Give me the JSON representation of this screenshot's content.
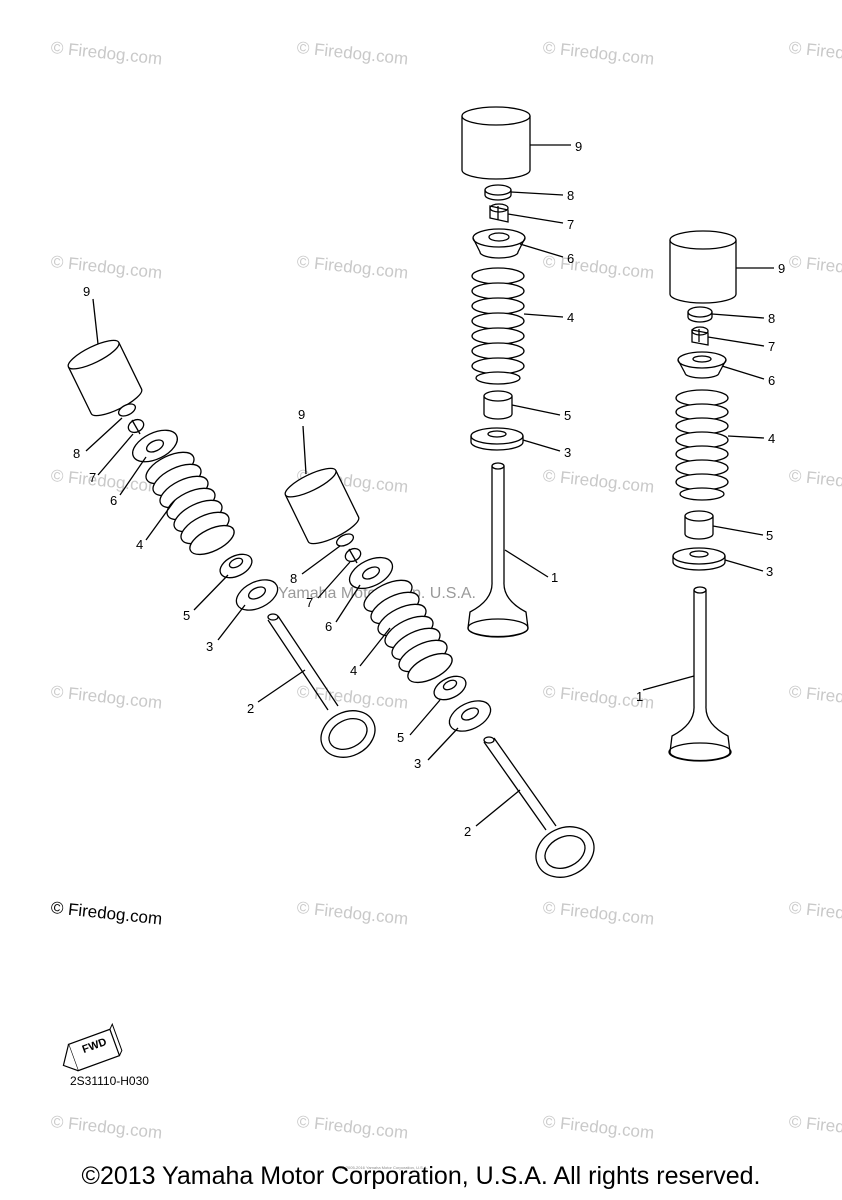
{
  "watermark": {
    "text": "© Firedog.com"
  },
  "corner_copyright": "© Firedog.com",
  "center_watermark": "Yamaha Motor Corp. U.S.A.",
  "fwd_label": "FWD",
  "diagram_code": "2S31110-H030",
  "fine_print": "(c) 2005-2016 Yamaha Motor Corporation, U.S.A.",
  "footer_copyright": "©2013 Yamaha Motor Corporation, U.S.A. All rights reserved.",
  "callouts": {
    "c_top_9": "9",
    "c_top_8": "8",
    "c_top_7": "7",
    "c_top_6": "6",
    "c_top_4": "4",
    "c_top_5": "5",
    "c_top_3": "3",
    "c_top_1": "1",
    "c_right_9": "9",
    "c_right_8": "8",
    "c_right_7": "7",
    "c_right_6": "6",
    "c_right_4": "4",
    "c_right_5": "5",
    "c_right_3": "3",
    "c_right_1": "1",
    "c_left_9": "9",
    "c_left_8": "8",
    "c_left_7": "7",
    "c_left_6": "6",
    "c_left_4": "4",
    "c_left_5": "5",
    "c_left_3": "3",
    "c_left_2": "2",
    "c_mid_9": "9",
    "c_mid_8": "8",
    "c_mid_7": "7",
    "c_mid_6": "6",
    "c_mid_4": "4",
    "c_mid_5": "5",
    "c_mid_3": "3",
    "c_mid_2": "2"
  }
}
